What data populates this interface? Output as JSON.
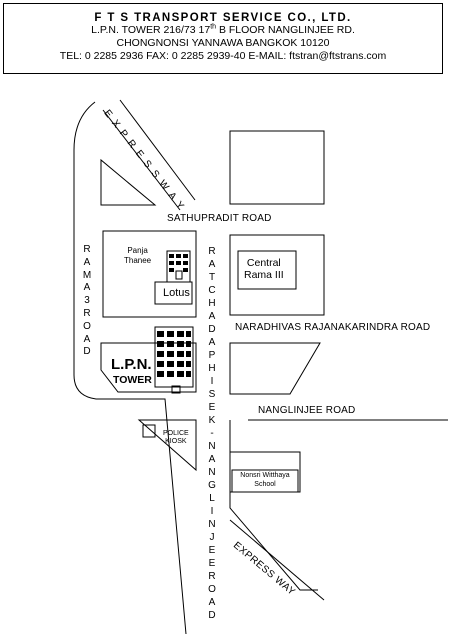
{
  "header": {
    "company": "F T S TRANSPORT SERVICE CO., LTD.",
    "address_line_pre": "L.P.N. TOWER 216/73  17",
    "address_line_sup": "th",
    "address_line_post": " B FLOOR  NANGLINJEE RD.",
    "city_line": "CHONGNONSI  YANNAWA  BANGKOK 10120",
    "contact_line": "TEL: 0 2285 2936   FAX: 0 2285 2939-40  E-MAIL: ftstran@ftstrans.com"
  },
  "map": {
    "roads": {
      "expressway_top": "EXPRESSWAY",
      "sathupradit": "SATHUPRADIT ROAD",
      "rama3": "RAMA3ROAD",
      "ratchadaphisek": "RATCHADAPHISEK-NANGLINJEEROAD",
      "naradhivas": "NARADHIVAS RAJANAKARINDRA ROAD",
      "nanglinjee": "NANGLINJEE ROAD",
      "expressway_bottom": "EXPRESS WAY"
    },
    "places": {
      "panja_thanee": [
        "Panja",
        "Thanee"
      ],
      "lotus": "Lotus",
      "central_rama": [
        "Central",
        "Rama III"
      ],
      "lpn": "L.P.N.",
      "tower": "TOWER",
      "police_kiosk": [
        "POLICE",
        "KIOSK"
      ],
      "school": [
        "Nonsri Witthaya",
        "School"
      ]
    },
    "colors": {
      "line": "#000000",
      "background": "#ffffff"
    }
  }
}
